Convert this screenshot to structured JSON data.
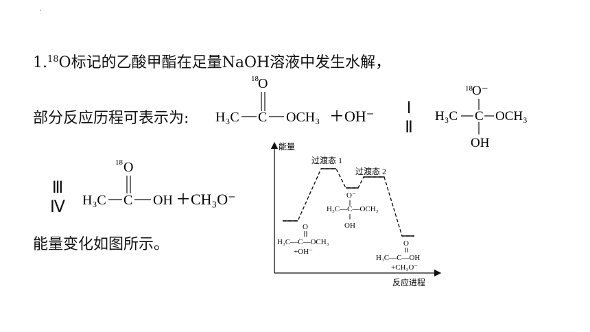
{
  "question": {
    "number": "1.",
    "isotope": "18",
    "line1": "O标记的乙酸甲酯在足量NaOH溶液中发生水解，",
    "line2": "部分反应历程可表示为:",
    "line3": "能量变化如图所示。"
  },
  "equation": {
    "reactant_left": "H₃C",
    "reactant_right": "OCH₃",
    "reactant_plus": "＋OH⁻",
    "isotope_o": "O",
    "isotope": "18",
    "step_I": "Ⅰ",
    "step_II": "Ⅱ",
    "step_III": "Ⅲ",
    "step_IV": "Ⅳ",
    "intermediate_left": "H₃C",
    "intermediate_right": "OCH₃",
    "intermediate_oh": "OH",
    "intermediate_o": "O⁻",
    "product_left": "H₃C",
    "product_right": "OH",
    "product_plus": "＋CH₃O⁻",
    "atom_c": "C"
  },
  "energy_diagram": {
    "ylabel": "能量",
    "xlabel": "反应进程",
    "ts1": "过渡态 1",
    "ts2": "过渡态 2",
    "reactant_label_main": "H₃C—C—OCH₃",
    "reactant_label_sub": "+OH⁻",
    "intermediate_label": "H₃C—C—OCH₃",
    "intermediate_oh": "OH",
    "intermediate_o": "O⁻",
    "product_label_main": "H₃C—C—OH",
    "product_label_sub": "+CH₃O⁻",
    "carbonyl_o": "O"
  },
  "colors": {
    "ink": "#111111",
    "background": "#ffffff"
  }
}
